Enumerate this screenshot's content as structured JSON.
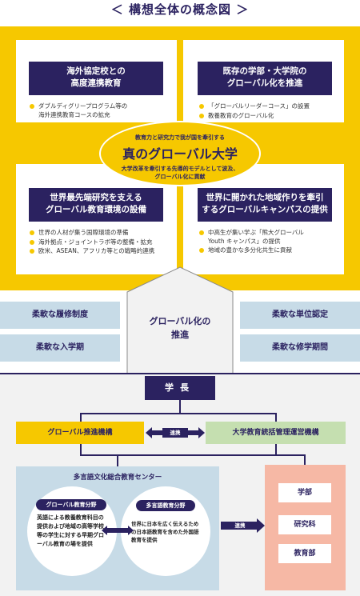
{
  "title": "＜ 構想全体の概念図 ＞",
  "colors": {
    "navy": "#2b2260",
    "yellow": "#f6c800",
    "light_blue": "#c7dbe7",
    "green": "#c5dfb0",
    "pink": "#f6b8a5"
  },
  "quadrants": [
    {
      "heading": "海外協定校との\n高度連携教育",
      "bullets": [
        "ダブルディグリープログラム等の\n海外連携教育コースの拡充"
      ]
    },
    {
      "heading": "既存の学部・大学院の\nグローバル化を推進",
      "bullets": [
        "「グローバルリーダーコース」の設置",
        "教養教育のグローバル化"
      ]
    },
    {
      "heading": "世界最先端研究を支える\nグローバル教育環境の設備",
      "bullets": [
        "世界の人材が集う国際環境の準備",
        "海外拠点・ジョイントラボ等の整備・拡充",
        "欧米、ASEAN、アフリカ等との戦略的連携"
      ]
    },
    {
      "heading": "世界に開かれた地域作りを牽引\nするグローバルキャンパスの提供",
      "bullets": [
        "中高生が集い学ぶ「熊大グローバル\nYouth キャンパス」の提供",
        "地域の豊かな多分化共生に貢献"
      ]
    }
  ],
  "center": {
    "top": "教育力と研究力で我が国を牽引する",
    "main": "真のグローバル大学",
    "sub": "大学改革を牽引する先導的モデルとして波及、\nグローバル化に貢献"
  },
  "promotion": {
    "center_label": "グローバル化の\n推進",
    "left": [
      "柔軟な履修制度",
      "柔軟な入学期"
    ],
    "right": [
      "柔軟な単位認定",
      "柔軟な修学期間"
    ]
  },
  "org": {
    "president": "学長",
    "left_org": "グローバル推進機構",
    "right_org": "大学教育統括管理運営機構",
    "link_label": "連携",
    "center_title": "多言語文化総合教育センター",
    "circle_left": {
      "head": "グローバル教育分野",
      "body": "英語による教養教育科目の提供および地域の高等学校等の学生に対する早期グローバル教育の場を提供"
    },
    "circle_right": {
      "head": "多言語教育分野",
      "body": "世界に日本を広く伝えるための日本語教育を含めた外国語教育を提供"
    },
    "link_label2": "連携",
    "units": [
      "学部",
      "研究科",
      "教育部"
    ]
  }
}
